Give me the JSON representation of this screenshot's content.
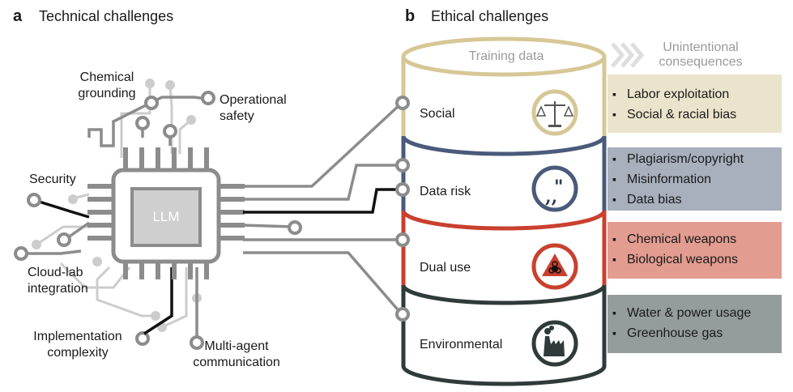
{
  "panel_a": {
    "letter": "a",
    "title": "Technical challenges",
    "chip_label": "LLM",
    "labels": {
      "chemical_grounding": [
        "Chemical",
        "grounding"
      ],
      "operational_safety": [
        "Operational",
        "safety"
      ],
      "security": "Security",
      "cloud_lab": [
        "Cloud-lab",
        "integration"
      ],
      "implementation": [
        "Implementation",
        "complexity"
      ],
      "multi_agent": [
        "Multi-agent",
        "communication"
      ]
    }
  },
  "panel_b": {
    "letter": "b",
    "title": "Ethical challenges",
    "cylinder_top": "Training data",
    "consequences_header": [
      "Unintentional",
      "consequences"
    ],
    "layers": [
      {
        "label": "Social",
        "color": "#d7c796",
        "icon": "scales-icon",
        "box_color": "#ebe4cc",
        "items": [
          "Labor exploitation",
          "Social & racial bias"
        ]
      },
      {
        "label": "Data risk",
        "color": "#4a5a7a",
        "icon": "quotation-marks-icon",
        "box_color": "#a8afbd",
        "items": [
          "Plagiarism/copyright",
          "Misinformation",
          "Data bias"
        ]
      },
      {
        "label": "Dual use",
        "color": "#c9402e",
        "icon": "biohazard-icon",
        "box_color": "#e29c90",
        "items": [
          "Chemical weapons",
          "Biological weapons"
        ]
      },
      {
        "label": "Environmental",
        "color": "#2f3b3a",
        "icon": "factory-icon",
        "box_color": "#959d9c",
        "items": [
          "Water & power usage",
          "Greenhouse gas"
        ]
      }
    ]
  },
  "colors": {
    "chip_dark": "#8c8c8c",
    "chip_light": "#cfcfcf",
    "line_grey": "#8c8c8c",
    "line_light": "#cccccc",
    "line_black": "#111111",
    "arrow_grey": "#dedede"
  }
}
